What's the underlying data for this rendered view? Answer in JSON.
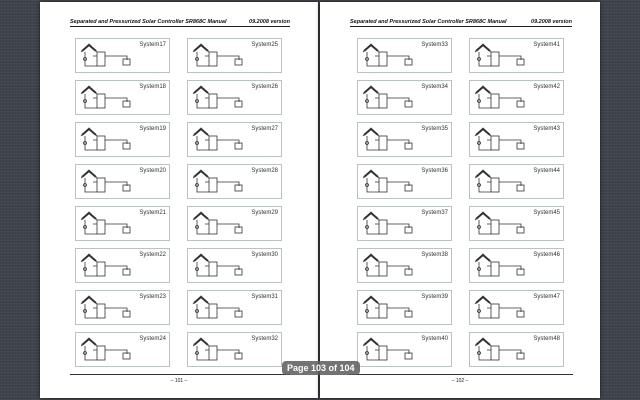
{
  "viewer": {
    "page_indicator": "Page 103 of 104"
  },
  "left_page": {
    "header_title": "Separated and Pressurized Solar Controller SR868C Manual",
    "header_version": "09.2008 version",
    "page_number": "– 101 –",
    "systems": [
      "System17",
      "System25",
      "System18",
      "System26",
      "System19",
      "System27",
      "System20",
      "System28",
      "System21",
      "System29",
      "System22",
      "System30",
      "System23",
      "System31",
      "System24",
      "System32"
    ]
  },
  "right_page": {
    "header_title": "Separated and Pressurized Solar Controller SR868C Manual",
    "header_version": "09.2008 version",
    "page_number": "– 102 –",
    "systems": [
      "System33",
      "System41",
      "System34",
      "System42",
      "System35",
      "System43",
      "System36",
      "System44",
      "System37",
      "System45",
      "System38",
      "System46",
      "System39",
      "System47",
      "System40",
      "System48"
    ]
  }
}
